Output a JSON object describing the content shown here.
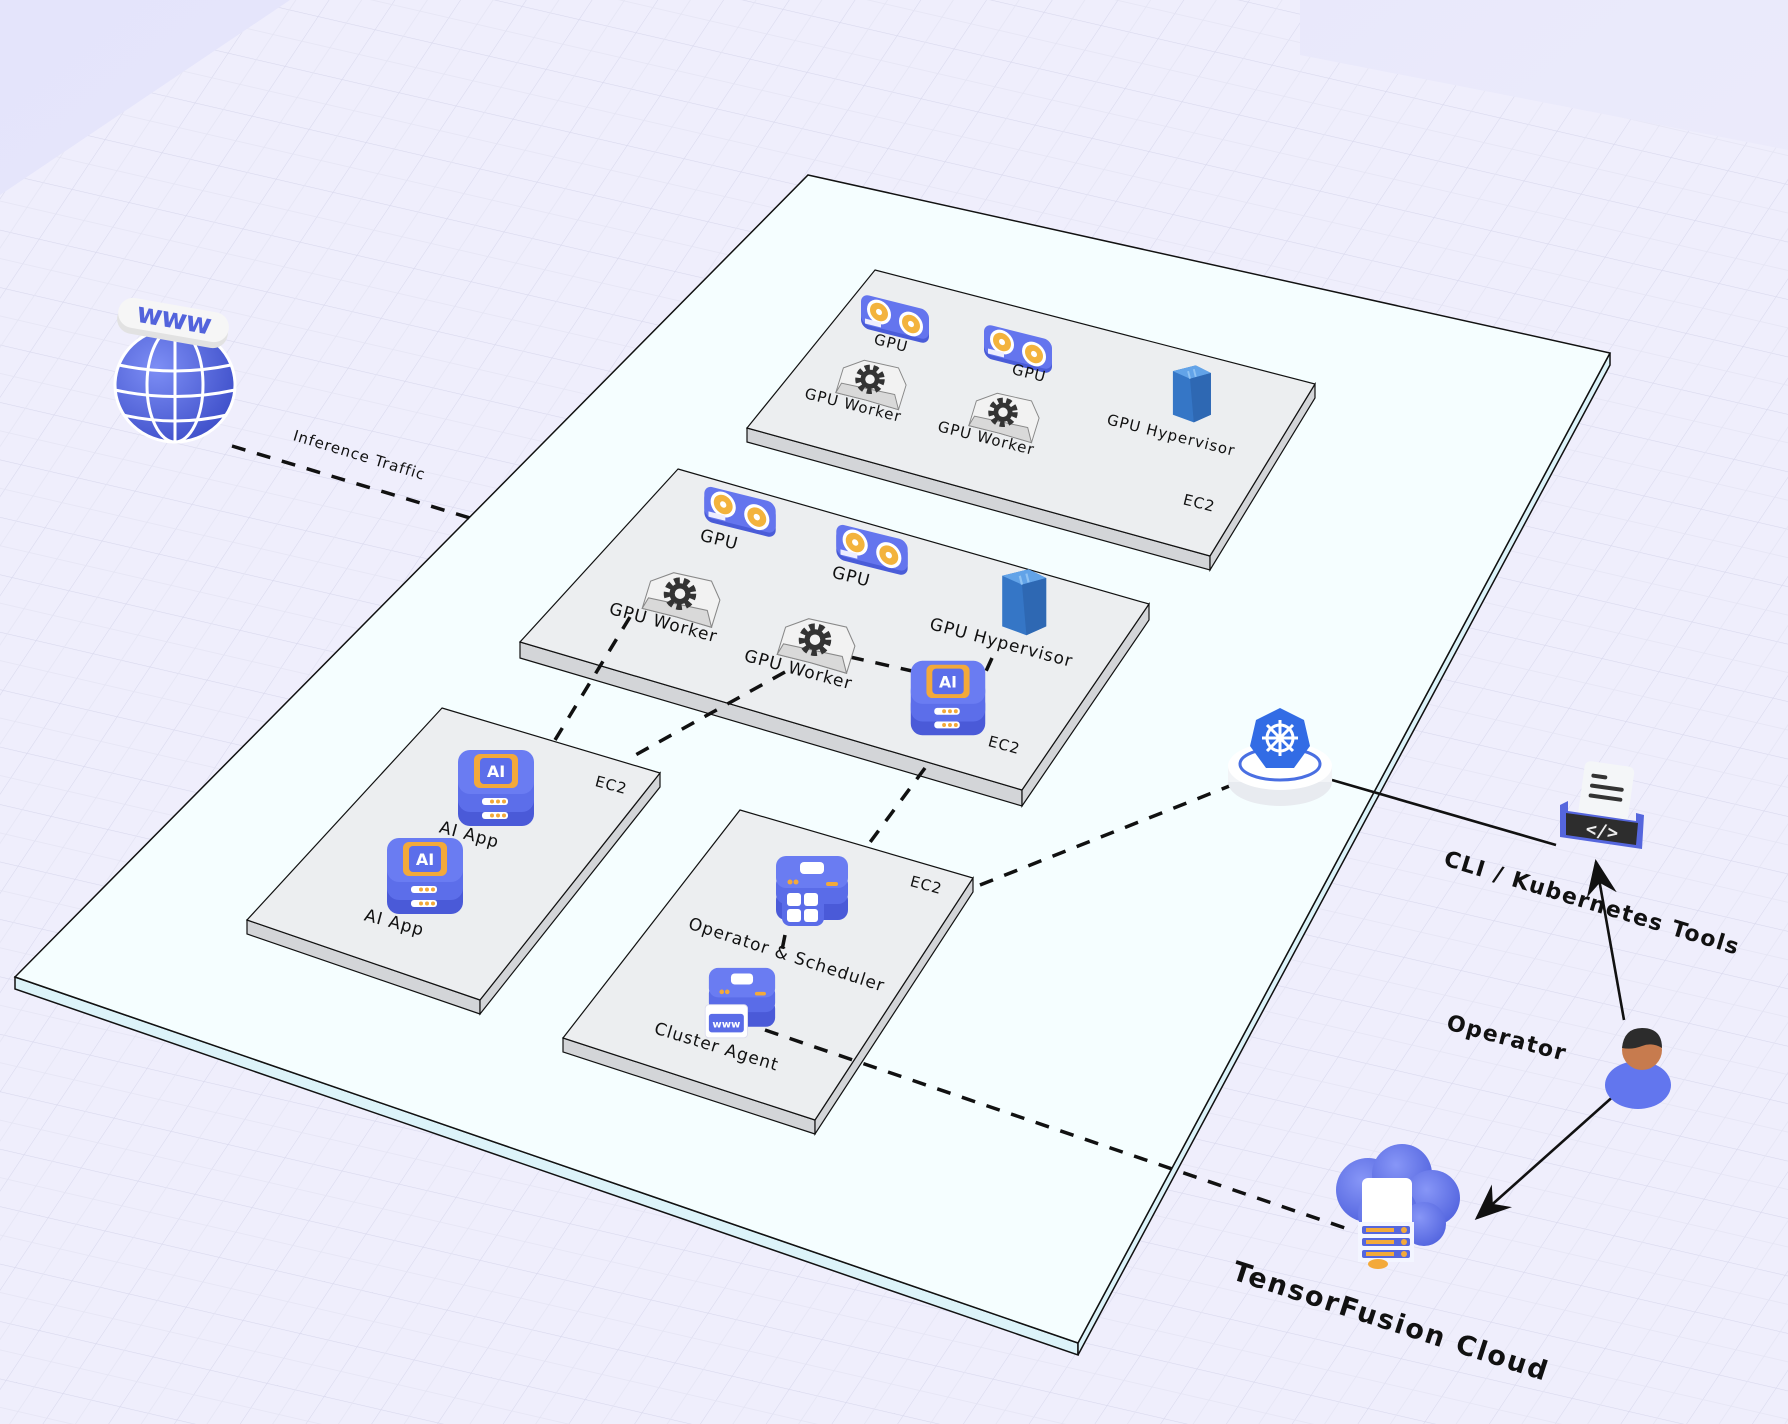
{
  "diagram": {
    "title": "TensorFusion GPU Cluster Architecture",
    "colors": {
      "background": "#e6e6fb",
      "grid_plane": "#eeeefc",
      "grid_line": "#d6d6ea",
      "platform_top": "#f5feff",
      "platform_side": "#dcf3f9",
      "ec2_top": "#eceef0",
      "ec2_side": "#d3d5d8",
      "accent_blue": "#5a6ee6",
      "k8s_blue": "#326ce5",
      "hypervisor_blue": "#3a7fd0",
      "gpu_fan_orange": "#f3b33d",
      "line": "#111111"
    },
    "external": {
      "internet": {
        "icon": "www-globe-icon",
        "edge_label": "Inference Traffic"
      },
      "kubernetes": {
        "icon": "kubernetes-icon"
      },
      "cli_tools": {
        "icon": "code-terminal-icon",
        "label": "CLI / Kubernetes Tools"
      },
      "operator": {
        "icon": "user-icon",
        "label": "Operator"
      },
      "cloud": {
        "icon": "cloud-server-icon",
        "label": "TensorFusion Cloud"
      }
    },
    "ec2_nodes": [
      {
        "id": "gpu-node-1",
        "label": "EC2",
        "components": [
          {
            "type": "gpu",
            "label": "GPU"
          },
          {
            "type": "gpu",
            "label": "GPU"
          },
          {
            "type": "worker",
            "label": "GPU Worker"
          },
          {
            "type": "worker",
            "label": "GPU Worker"
          },
          {
            "type": "hypervisor",
            "label": "GPU Hypervisor"
          }
        ]
      },
      {
        "id": "gpu-node-2",
        "label": "EC2",
        "components": [
          {
            "type": "gpu",
            "label": "GPU"
          },
          {
            "type": "gpu",
            "label": "GPU"
          },
          {
            "type": "worker",
            "label": "GPU Worker"
          },
          {
            "type": "worker",
            "label": "GPU Worker"
          },
          {
            "type": "hypervisor",
            "label": "GPU Hypervisor"
          },
          {
            "type": "ai-app",
            "label": ""
          }
        ]
      },
      {
        "id": "app-node",
        "label": "EC2",
        "components": [
          {
            "type": "ai-app",
            "label": "AI App"
          },
          {
            "type": "ai-app",
            "label": "AI App"
          }
        ]
      },
      {
        "id": "control-node",
        "label": "EC2",
        "components": [
          {
            "type": "operator",
            "label": "Operator & Scheduler"
          },
          {
            "type": "agent",
            "label": "Cluster Agent"
          }
        ]
      }
    ],
    "connections": [
      {
        "from": "internet",
        "to": "cluster",
        "style": "dashed",
        "label": "Inference Traffic"
      },
      {
        "from": "app-node AI App",
        "to": "gpu-node-2 GPU Worker",
        "style": "dashed"
      },
      {
        "from": "app-node AI App",
        "to": "gpu-node-2 GPU Worker",
        "style": "dashed"
      },
      {
        "from": "gpu-node-2 GPU Worker",
        "to": "gpu-node-2 AI App",
        "style": "dashed"
      },
      {
        "from": "gpu-node-2 GPU Hypervisor",
        "to": "gpu-node-2 AI App",
        "style": "dashed"
      },
      {
        "from": "gpu-node-2",
        "to": "control-node",
        "style": "dashed"
      },
      {
        "from": "control-node",
        "to": "kubernetes",
        "style": "dashed"
      },
      {
        "from": "kubernetes",
        "to": "cli_tools",
        "style": "solid"
      },
      {
        "from": "operator",
        "to": "cli_tools",
        "style": "solid-arrow"
      },
      {
        "from": "operator",
        "to": "cloud",
        "style": "solid-arrow"
      },
      {
        "from": "Cluster Agent",
        "to": "cloud",
        "style": "dashed"
      }
    ]
  }
}
